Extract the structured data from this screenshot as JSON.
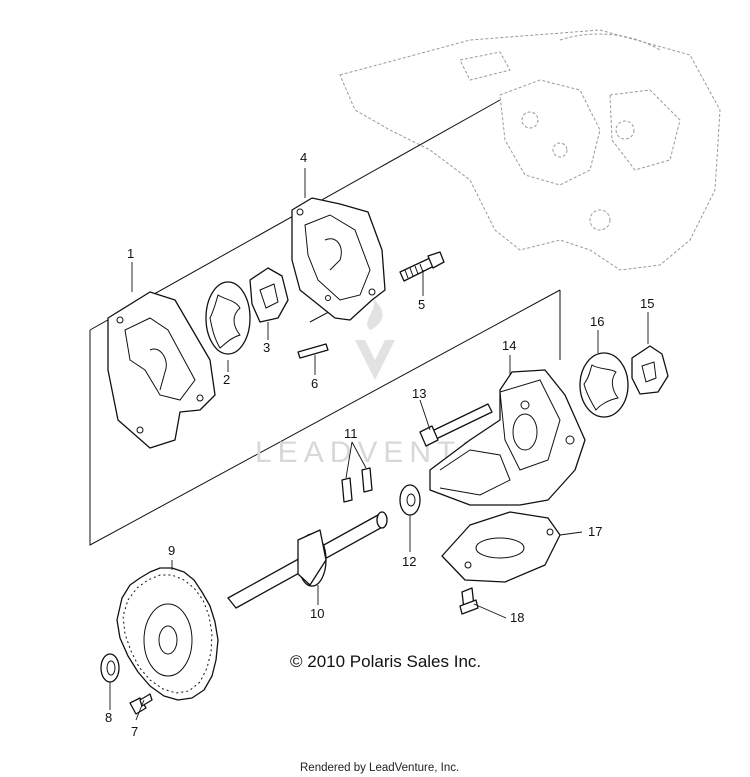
{
  "diagram": {
    "callouts": [
      {
        "id": "1",
        "label": "1"
      },
      {
        "id": "2",
        "label": "2"
      },
      {
        "id": "3",
        "label": "3"
      },
      {
        "id": "4",
        "label": "4"
      },
      {
        "id": "5",
        "label": "5"
      },
      {
        "id": "6",
        "label": "6"
      },
      {
        "id": "7",
        "label": "7"
      },
      {
        "id": "8",
        "label": "8"
      },
      {
        "id": "9",
        "label": "9"
      },
      {
        "id": "10",
        "label": "10"
      },
      {
        "id": "11",
        "label": "11"
      },
      {
        "id": "12",
        "label": "12"
      },
      {
        "id": "13",
        "label": "13"
      },
      {
        "id": "14",
        "label": "14"
      },
      {
        "id": "15",
        "label": "15"
      },
      {
        "id": "16",
        "label": "16"
      },
      {
        "id": "17",
        "label": "17"
      },
      {
        "id": "18",
        "label": "18"
      }
    ],
    "copyright": "© 2010 Polaris Sales Inc.",
    "watermark": "LEADVENTURE",
    "footer": "Rendered by LeadVenture, Inc."
  }
}
